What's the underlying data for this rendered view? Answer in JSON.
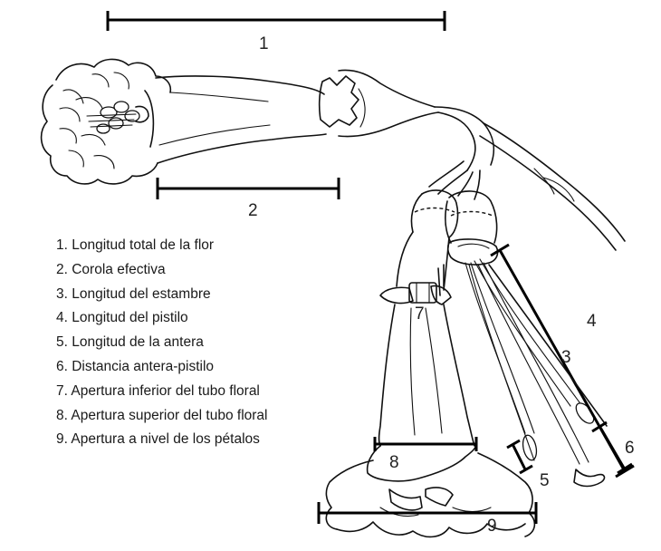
{
  "figure": {
    "measure_labels": {
      "m1": "1",
      "m2": "2",
      "m3": "3",
      "m4": "4",
      "m5": "5",
      "m6": "6",
      "m7": "7",
      "m8": "8",
      "m9": "9"
    },
    "legend": [
      "1. Longitud total de la flor",
      "2. Corola efectiva",
      "3. Longitud del estambre",
      "4. Longitud del pistilo",
      "5. Longitud de la antera",
      "6. Distancia antera-pistilo",
      "7. Apertura inferior del tubo floral",
      "8. Apertura superior del tubo floral",
      "9. Apertura a nivel de los pétalos"
    ]
  }
}
